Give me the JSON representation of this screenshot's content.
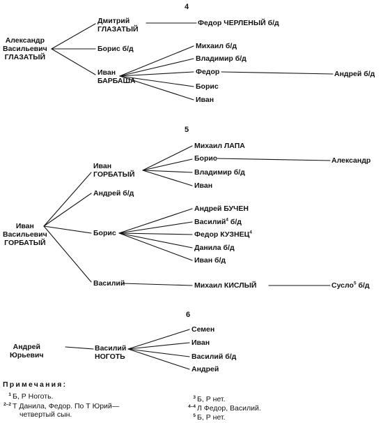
{
  "sections": [
    {
      "number": "4",
      "root": [
        "Александр",
        "Васильевич",
        "ГЛАЗАТЫЙ"
      ],
      "sons": [
        {
          "name": [
            "Дмитрий",
            "ГЛАЗАТЫЙ"
          ],
          "children": [
            {
              "name": "Федор ЧЕРЛЕНЫЙ б/д"
            }
          ]
        },
        {
          "name": [
            "Борис б/д"
          ]
        },
        {
          "name": [
            "Иван",
            "БАРБАША"
          ],
          "children": [
            {
              "name": "Михаил б/д"
            },
            {
              "name": "Владимир б/д"
            },
            {
              "name": "Федор",
              "child": "Андрей б/д"
            },
            {
              "name": "Борис"
            },
            {
              "name": "Иван"
            }
          ]
        }
      ]
    },
    {
      "number": "5",
      "root": [
        "Иван",
        "Васильевич",
        "ГОРБАТЫЙ"
      ],
      "sons": [
        {
          "name": [
            "Иван",
            "ГОРБАТЫЙ"
          ],
          "children": [
            {
              "name": "Михаил ЛАПА"
            },
            {
              "name": "Борис",
              "child": "Александр"
            },
            {
              "name": "Владимир б/д"
            },
            {
              "name": "Иван"
            }
          ]
        },
        {
          "name": [
            "Андрей б/д"
          ]
        },
        {
          "name": [
            "Борис"
          ],
          "children": [
            {
              "name": "Андрей БУЧЕН"
            },
            {
              "name": "Василий",
              "note": "4",
              "suffix": " б/д"
            },
            {
              "name": "Федор КУЗНЕЦ",
              "note": "4"
            },
            {
              "name": "Данила б/д"
            },
            {
              "name": "Иван б/д"
            }
          ]
        },
        {
          "name": [
            "Василий"
          ],
          "children": [
            {
              "name": "Михаил КИСЛЫЙ",
              "child": "Сусло",
              "child_note": "5",
              "child_suffix": " б/д"
            }
          ]
        }
      ]
    },
    {
      "number": "6",
      "root": [
        "Андрей",
        "Юрьевич"
      ],
      "sons": [
        {
          "name": [
            "Василий",
            "НОГОТЬ"
          ],
          "children": [
            {
              "name": "Семен"
            },
            {
              "name": "Иван"
            },
            {
              "name": "Василий б/д"
            },
            {
              "name": "Андрей"
            }
          ]
        }
      ]
    }
  ],
  "notes": {
    "title": "Примечания:",
    "items": [
      {
        "mark": "1",
        "lines": [
          "Б, Р Ноготь."
        ]
      },
      {
        "mark": "2–2",
        "lines": [
          "Т Данила, Федор. По Т Юрий—",
          "четвертый сын."
        ]
      },
      {
        "mark": "3",
        "lines": [
          "Б, Р нет."
        ]
      },
      {
        "mark": "4–4",
        "lines": [
          "Л Федор, Василий."
        ]
      },
      {
        "mark": "5",
        "lines": [
          "Б, Р нет."
        ]
      }
    ]
  }
}
